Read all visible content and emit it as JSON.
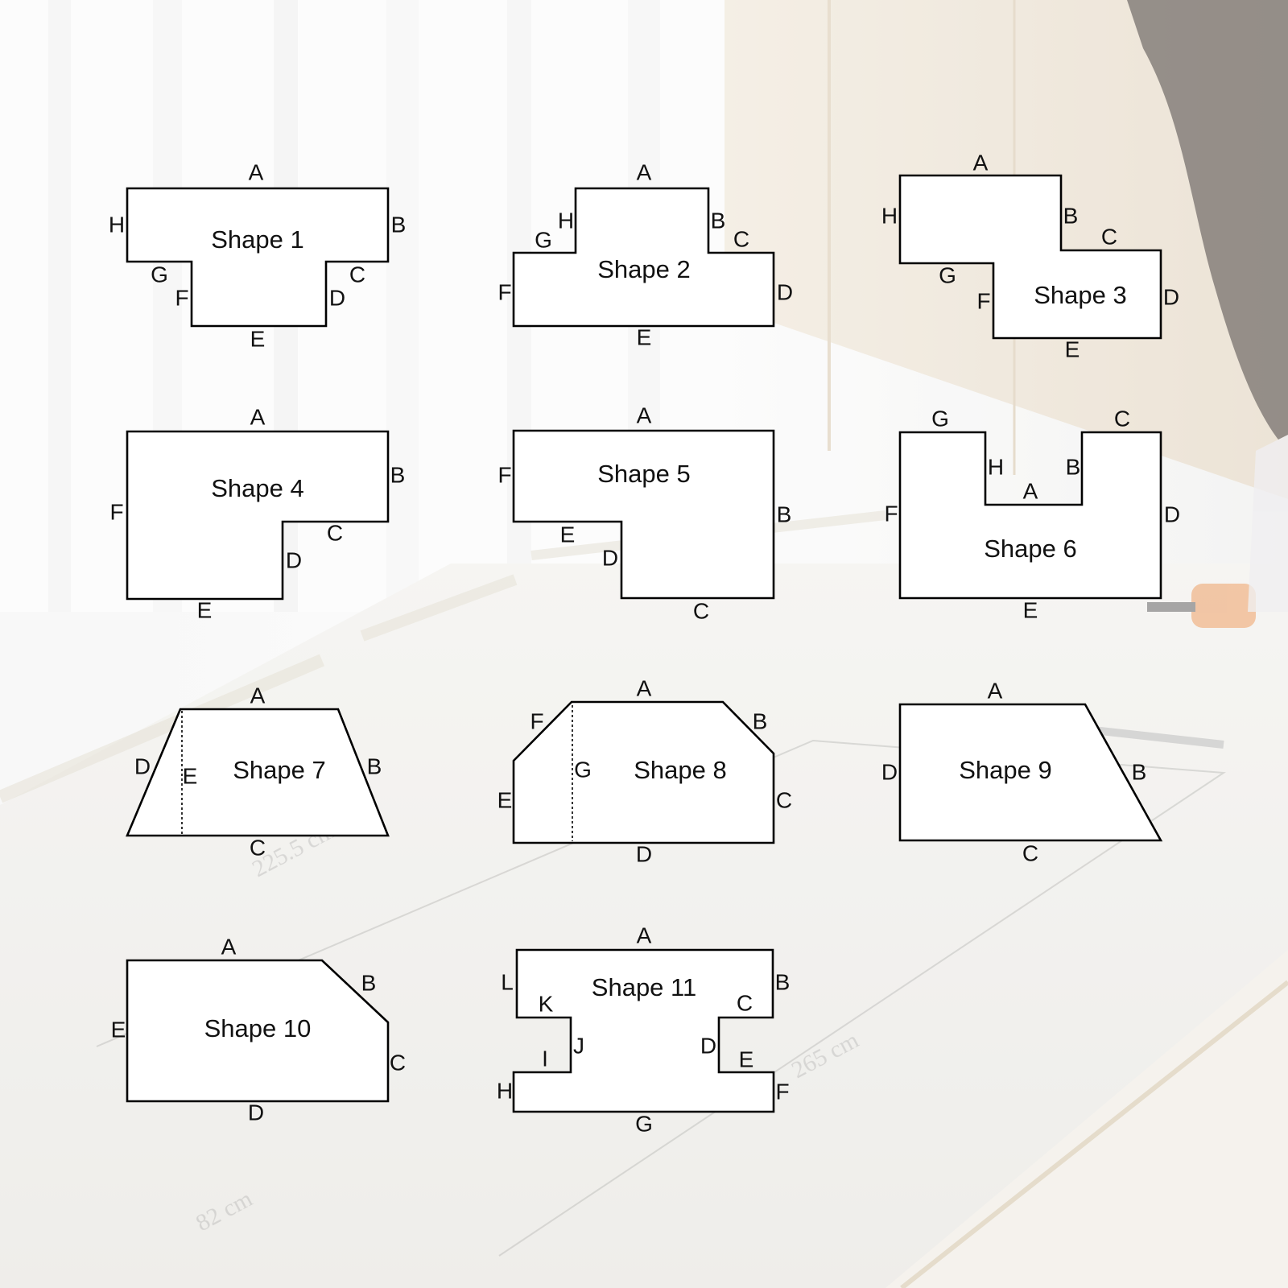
{
  "colors": {
    "wall": "#f3f1ee",
    "curtain": "#fbfbfb",
    "wood_panel": "#e8ddcc",
    "desk": "#ecebe7",
    "shape_fill": "#ffffff",
    "shape_stroke": "#000000",
    "text": "#111111"
  },
  "photo_background": {
    "description_icons": [
      "curtain",
      "wood-wardrobe-panel",
      "white-desk",
      "measuring-tape",
      "tape-measure-tool",
      "woman-hair"
    ],
    "handwritten_notes": [
      "225.5 cm",
      "265 cm",
      "82 cm"
    ]
  },
  "shapes": [
    {
      "title": "Shape 1",
      "labels": [
        "A",
        "B",
        "C",
        "D",
        "E",
        "F",
        "G",
        "H"
      ]
    },
    {
      "title": "Shape 2",
      "labels": [
        "A",
        "B",
        "C",
        "D",
        "E",
        "F",
        "G",
        "H"
      ]
    },
    {
      "title": "Shape 3",
      "labels": [
        "A",
        "B",
        "C",
        "D",
        "E",
        "F",
        "G",
        "H"
      ]
    },
    {
      "title": "Shape 4",
      "labels": [
        "A",
        "B",
        "C",
        "D",
        "E",
        "F"
      ]
    },
    {
      "title": "Shape 5",
      "labels": [
        "A",
        "B",
        "C",
        "D",
        "E",
        "F"
      ]
    },
    {
      "title": "Shape 6",
      "labels": [
        "A",
        "B",
        "C",
        "D",
        "E",
        "F",
        "G",
        "H"
      ]
    },
    {
      "title": "Shape 7",
      "labels": [
        "A",
        "B",
        "C",
        "D",
        "E"
      ]
    },
    {
      "title": "Shape 8",
      "labels": [
        "A",
        "B",
        "C",
        "D",
        "E",
        "F",
        "G"
      ]
    },
    {
      "title": "Shape 9",
      "labels": [
        "A",
        "B",
        "C",
        "D"
      ]
    },
    {
      "title": "Shape 10",
      "labels": [
        "A",
        "B",
        "C",
        "D",
        "E"
      ]
    },
    {
      "title": "Shape 11",
      "labels": [
        "A",
        "B",
        "C",
        "D",
        "E",
        "F",
        "G",
        "H",
        "I",
        "J",
        "K",
        "L"
      ]
    }
  ]
}
